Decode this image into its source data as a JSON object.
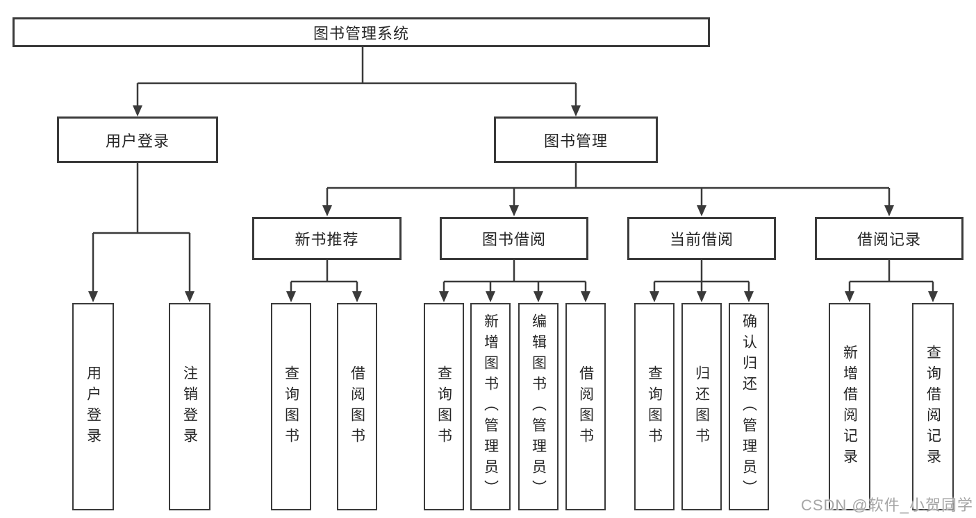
{
  "diagram": {
    "root": {
      "label": "图书管理系统"
    },
    "level2": {
      "user_login": {
        "label": "用户登录"
      },
      "book_management": {
        "label": "图书管理"
      }
    },
    "level3": {
      "new_book_recommend": {
        "label": "新书推荐"
      },
      "book_borrowing": {
        "label": "图书借阅"
      },
      "current_borrowing": {
        "label": "当前借阅"
      },
      "borrowing_records": {
        "label": "借阅记录"
      }
    },
    "leaves": {
      "user_login": {
        "label": "用户登录"
      },
      "logout": {
        "label": "注销登录"
      },
      "recommend_query_books": {
        "label": "查询图书"
      },
      "recommend_borrow_books": {
        "label": "借阅图书"
      },
      "borrowing_query_books": {
        "label": "查询图书"
      },
      "borrowing_add_books_admin": {
        "label": "新增图书（管理员）"
      },
      "borrowing_edit_books_admin": {
        "label": "编辑图书（管理员）"
      },
      "borrowing_borrow_books": {
        "label": "借阅图书"
      },
      "current_query_books": {
        "label": "查询图书"
      },
      "current_return_books": {
        "label": "归还图书"
      },
      "current_confirm_return_admin": {
        "label": "确认归还（管理员）"
      },
      "records_add_record": {
        "label": "新增借阅记录"
      },
      "records_query_record": {
        "label": "查询借阅记录"
      }
    }
  },
  "watermark": {
    "text": "CSDN @软件_小贺同学"
  },
  "colors": {
    "line": "#3a3a3a",
    "box_border": "#3a3a3a",
    "text": "#262626",
    "background": "#ffffff",
    "watermark": "#a6a6a6"
  }
}
